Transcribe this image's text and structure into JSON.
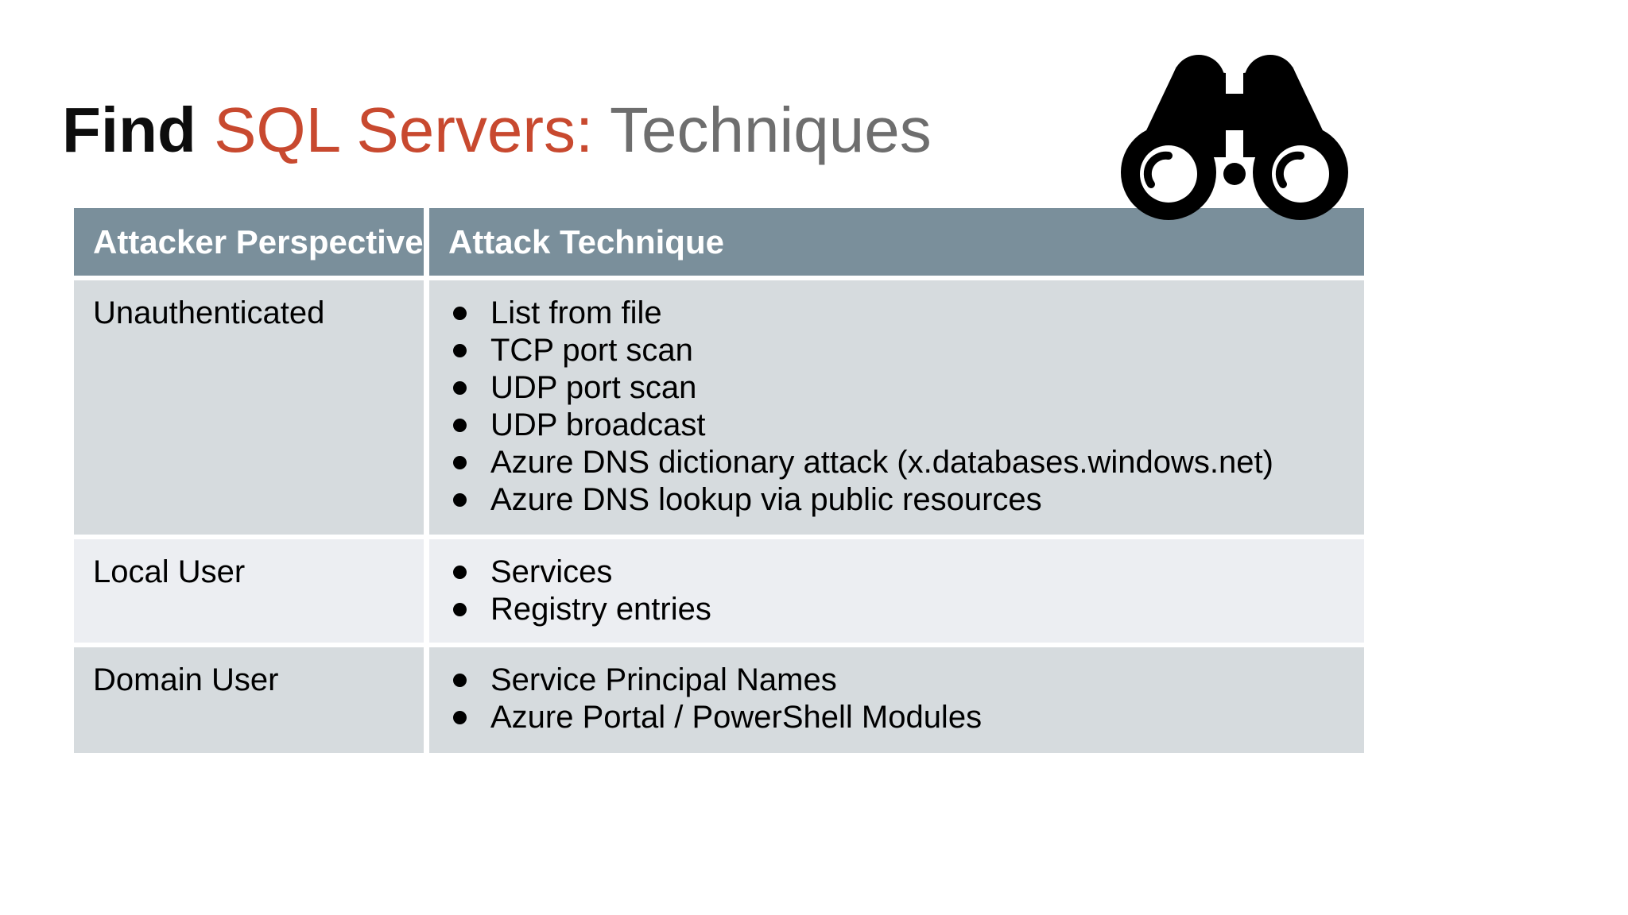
{
  "slide": {
    "title": {
      "part1": "Find",
      "part2": "SQL Servers:",
      "part3": "Techniques"
    },
    "title_colors": {
      "part1": "#0d0d0d",
      "part2": "#c8492f",
      "part3": "#6e6e6e"
    },
    "icons": {
      "binoculars": "binoculars-icon",
      "color": "#000000"
    },
    "table": {
      "colors": {
        "header_bg": "#7a8f9b",
        "header_text": "#ffffff",
        "row_dark_bg": "#d6dbde",
        "row_light_bg": "#eceef2",
        "body_text": "#000000"
      },
      "headers": [
        "Attacker Perspective",
        "Attack Technique"
      ],
      "rows": [
        {
          "perspective": "Unauthenticated",
          "techniques": [
            "List from file",
            "TCP port scan",
            "UDP port scan",
            "UDP broadcast",
            "Azure DNS dictionary attack (x.databases.windows.net)",
            "Azure DNS lookup via public resources"
          ]
        },
        {
          "perspective": "Local User",
          "techniques": [
            "Services",
            "Registry entries"
          ]
        },
        {
          "perspective": "Domain User",
          "techniques": [
            "Service Principal Names",
            "Azure Portal / PowerShell Modules"
          ]
        }
      ]
    }
  }
}
